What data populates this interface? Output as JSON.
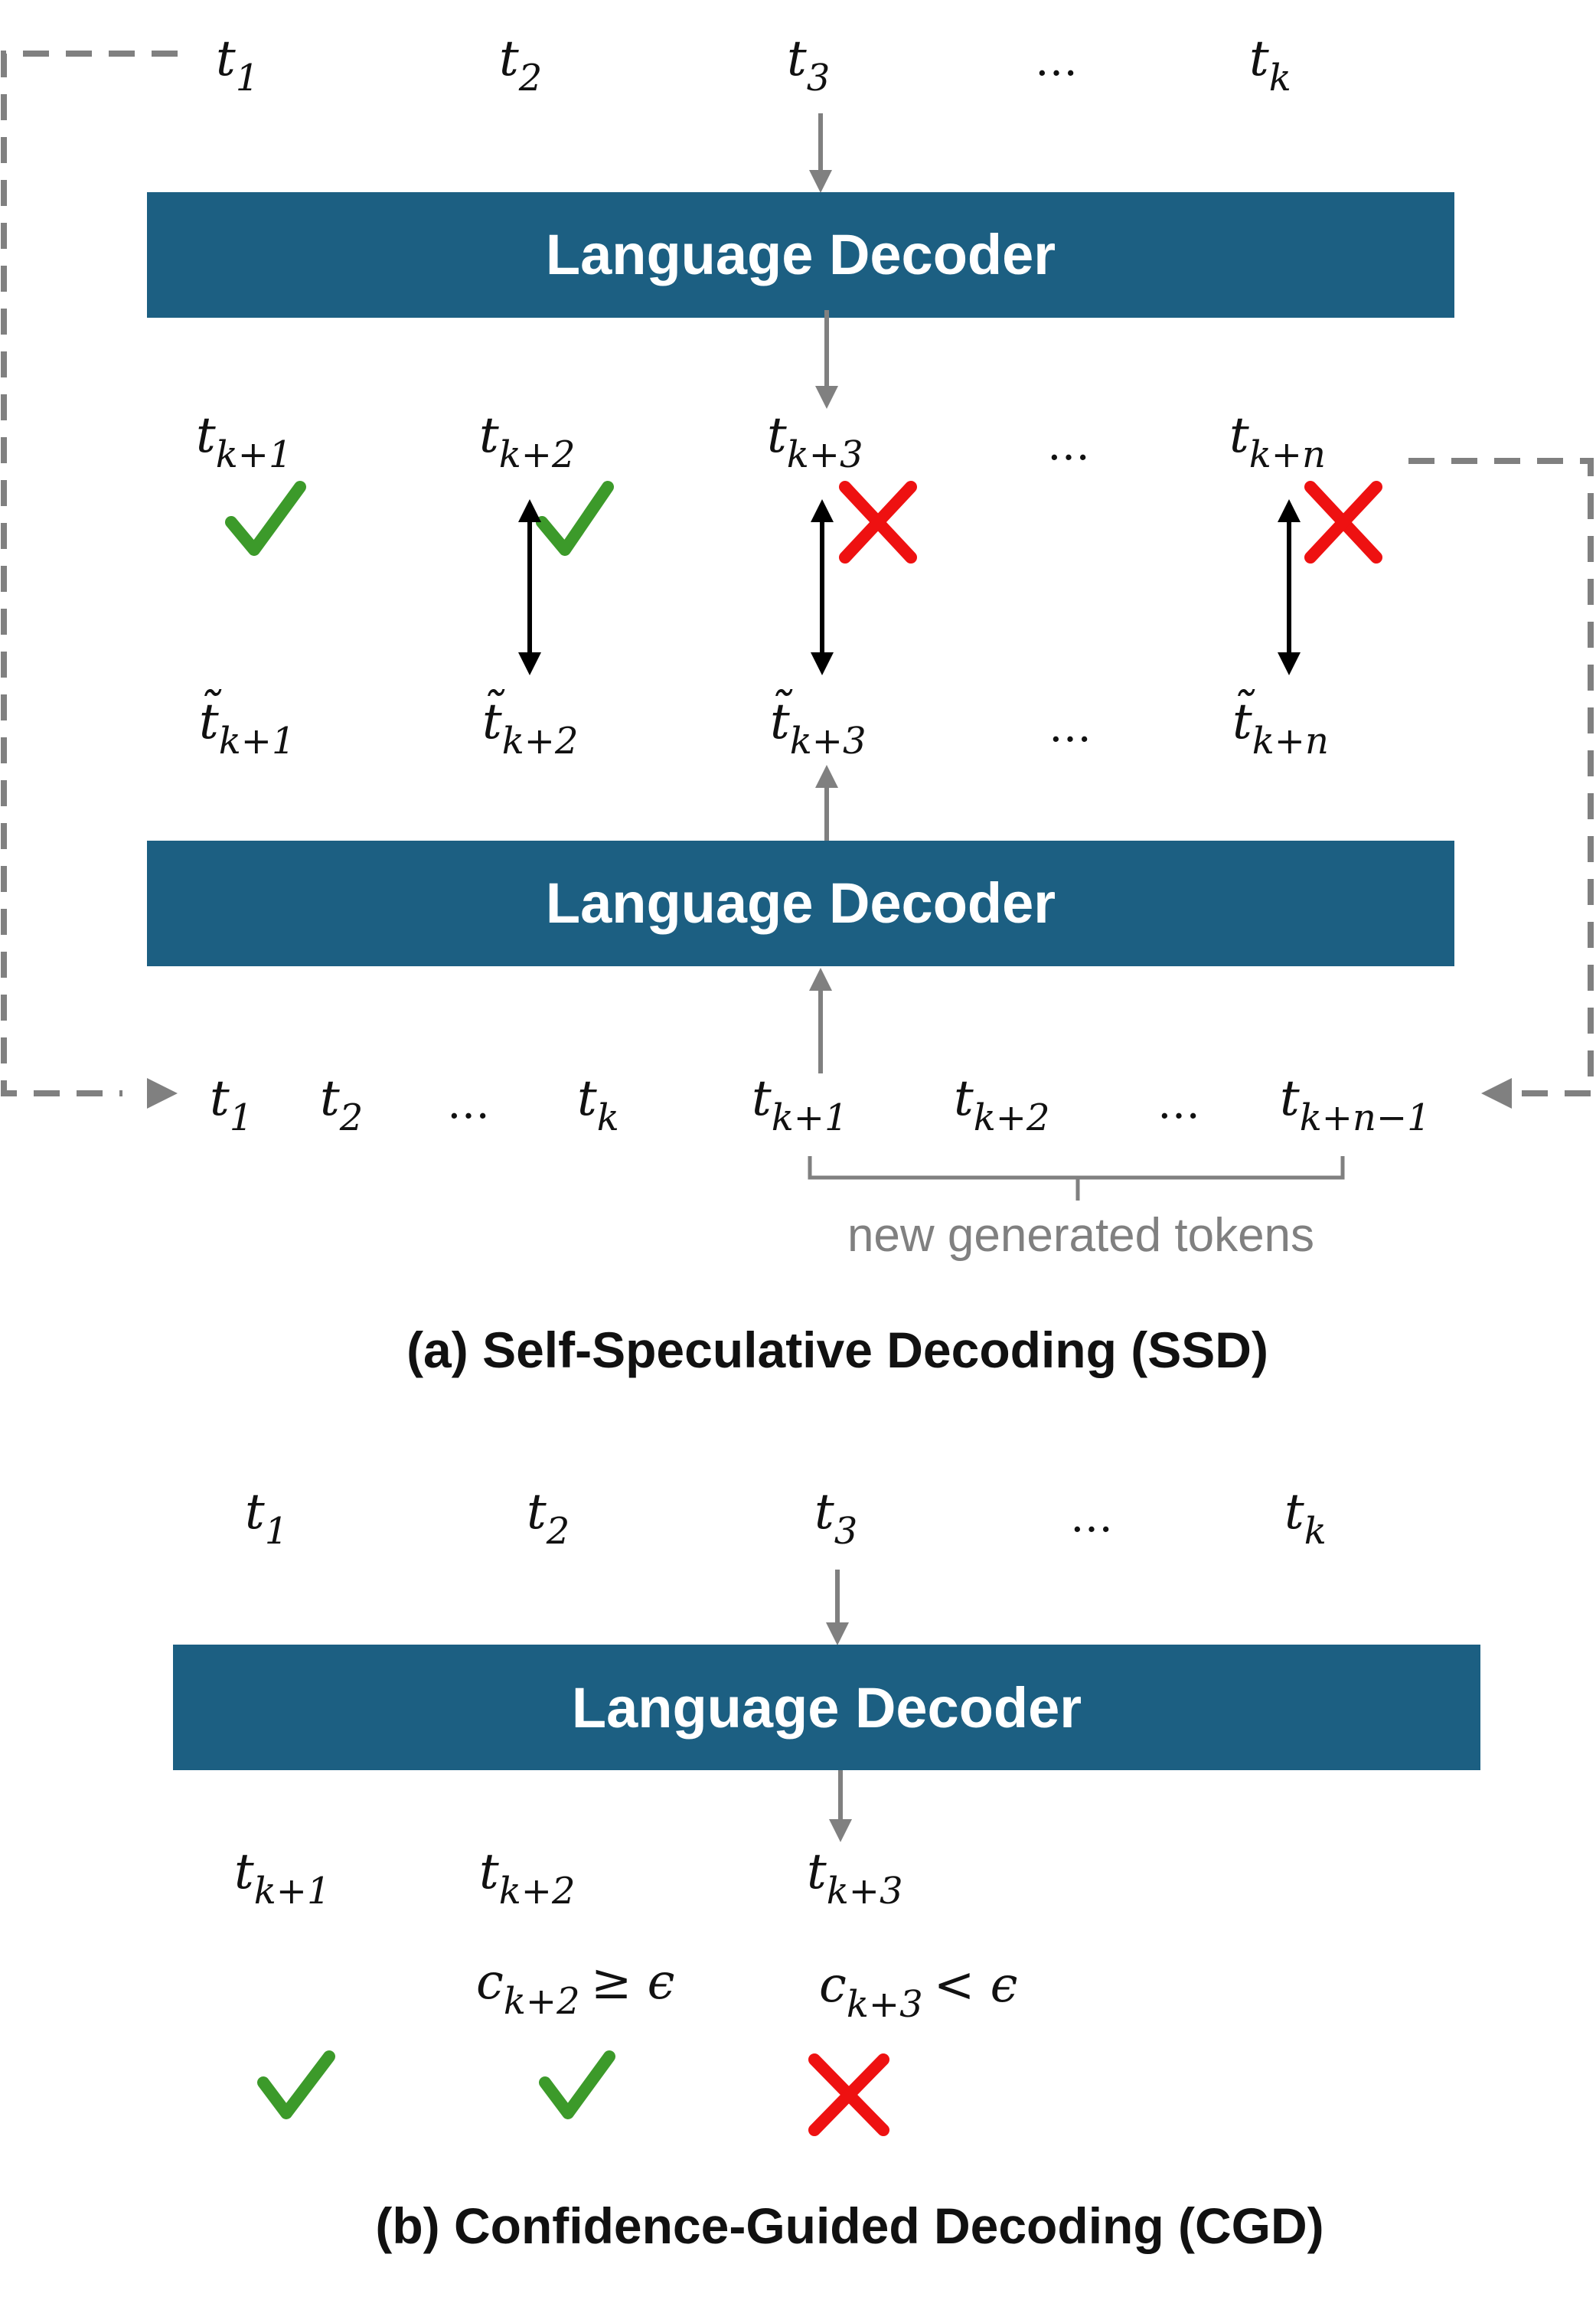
{
  "ssd": {
    "caption": "(a) Self-Speculative Decoding (SSD)",
    "decoder_top_label": "Language Decoder",
    "decoder_bottom_label": "Language Decoder",
    "input_tokens": [
      {
        "base": "t",
        "sub": "1"
      },
      {
        "base": "t",
        "sub": "2"
      },
      {
        "base": "t",
        "sub": "3"
      },
      {
        "base": "t",
        "sub": "k"
      }
    ],
    "ellipsis": "…",
    "predicted_tokens": [
      {
        "base": "t",
        "sub": "k+1",
        "verdict": "accept"
      },
      {
        "base": "t",
        "sub": "k+2",
        "verdict": "accept"
      },
      {
        "base": "t",
        "sub": "k+3",
        "verdict": "reject"
      },
      {
        "base": "t",
        "sub": "k+n",
        "verdict": "reject"
      }
    ],
    "draft_tokens": [
      {
        "base": "t̃",
        "sub": "k+1"
      },
      {
        "base": "t̃",
        "sub": "k+2"
      },
      {
        "base": "t̃",
        "sub": "k+3"
      },
      {
        "base": "t̃",
        "sub": "k+n"
      }
    ],
    "sequence_tokens": [
      {
        "base": "t",
        "sub": "1"
      },
      {
        "base": "t",
        "sub": "2"
      },
      {
        "base": "t",
        "sub": "k"
      },
      {
        "base": "t",
        "sub": "k+1"
      },
      {
        "base": "t",
        "sub": "k+2"
      },
      {
        "base": "t",
        "sub": "k+n−1"
      }
    ],
    "brace_label": "new generated tokens"
  },
  "cgd": {
    "caption": "(b) Confidence-Guided Decoding (CGD)",
    "decoder_label": "Language Decoder",
    "input_tokens": [
      {
        "base": "t",
        "sub": "1"
      },
      {
        "base": "t",
        "sub": "2"
      },
      {
        "base": "t",
        "sub": "3"
      },
      {
        "base": "t",
        "sub": "k"
      }
    ],
    "ellipsis": "…",
    "output_tokens": [
      {
        "base": "t",
        "sub": "k+1",
        "verdict": "accept"
      },
      {
        "base": "t",
        "sub": "k+2",
        "verdict": "accept"
      },
      {
        "base": "t",
        "sub": "k+3",
        "verdict": "reject"
      }
    ],
    "conditions": [
      {
        "base": "c",
        "sub": "k+2",
        "rel": "≥ ϵ"
      },
      {
        "base": "c",
        "sub": "k+3",
        "rel": "< ϵ"
      }
    ]
  },
  "colors": {
    "decoder": "#1c5f82",
    "accept": "#3c9a2a",
    "reject": "#ee1111",
    "arrow": "#808080"
  }
}
